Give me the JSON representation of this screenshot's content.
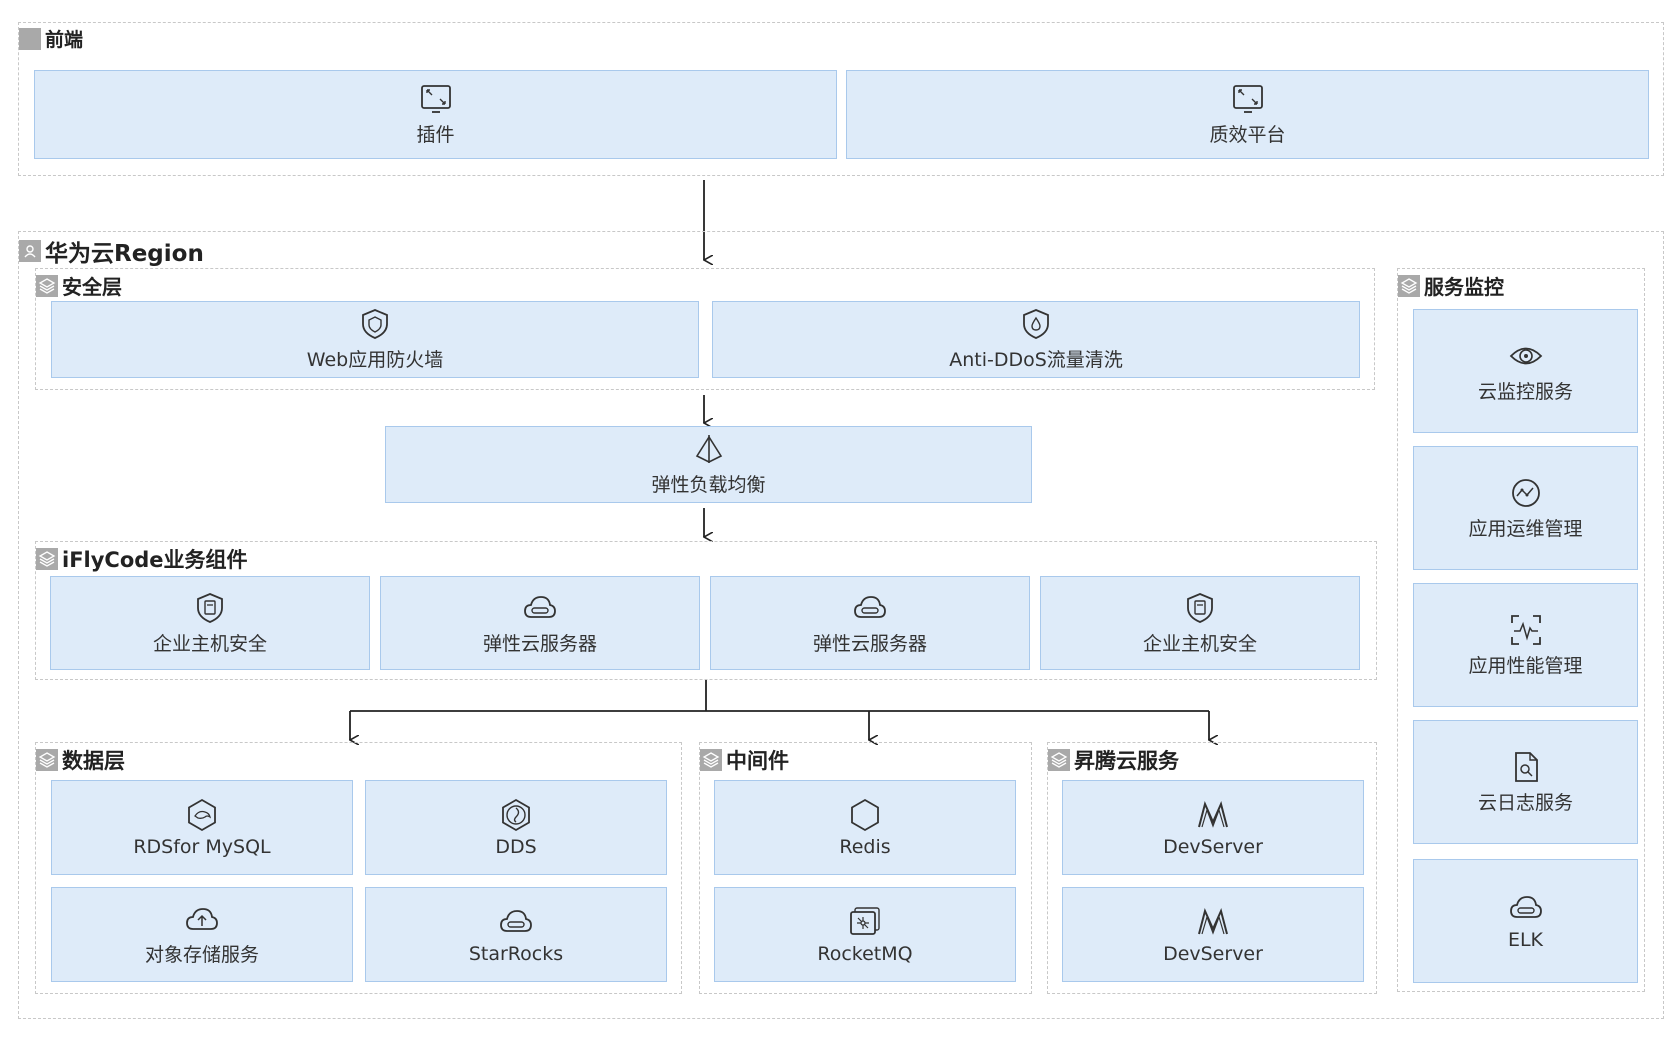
{
  "frontend": {
    "title": "前端",
    "items": [
      {
        "label": "插件",
        "icon": "window-icon"
      },
      {
        "label": "质效平台",
        "icon": "window-icon"
      }
    ]
  },
  "region": {
    "title": "华为云Region",
    "security": {
      "title": "安全层",
      "items": [
        {
          "label": "Web应用防火墙",
          "icon": "shield-icon"
        },
        {
          "label": "Anti-DDoS流量清洗",
          "icon": "shield-drop-icon"
        }
      ]
    },
    "elb": {
      "label": "弹性负载均衡",
      "icon": "load-balancer-icon"
    },
    "business": {
      "title": "iFlyCode业务组件",
      "items": [
        {
          "label": "企业主机安全",
          "icon": "host-security-icon"
        },
        {
          "label": "弹性云服务器",
          "icon": "cloud-server-icon"
        },
        {
          "label": "弹性云服务器",
          "icon": "cloud-server-icon"
        },
        {
          "label": "企业主机安全",
          "icon": "host-security-icon"
        }
      ]
    },
    "data_layer": {
      "title": "数据层",
      "items": [
        {
          "label": "RDSfor MySQL",
          "icon": "mysql-icon"
        },
        {
          "label": "DDS",
          "icon": "dds-icon"
        },
        {
          "label": "对象存储服务",
          "icon": "cloud-upload-icon"
        },
        {
          "label": "StarRocks",
          "icon": "cloud-server-icon"
        }
      ]
    },
    "middleware": {
      "title": "中间件",
      "items": [
        {
          "label": "Redis",
          "icon": "hexagon-icon"
        },
        {
          "label": "RocketMQ",
          "icon": "message-queue-icon"
        }
      ]
    },
    "ascend": {
      "title": "昇腾云服务",
      "items": [
        {
          "label": "DevServer",
          "icon": "ascend-icon"
        },
        {
          "label": "DevServer",
          "icon": "ascend-icon"
        }
      ]
    },
    "monitor": {
      "title": "服务监控",
      "items": [
        {
          "label": "云监控服务",
          "icon": "eye-icon"
        },
        {
          "label": "应用运维管理",
          "icon": "ops-icon"
        },
        {
          "label": "应用性能管理",
          "icon": "apm-icon"
        },
        {
          "label": "云日志服务",
          "icon": "log-icon"
        },
        {
          "label": "ELK",
          "icon": "cloud-server-icon"
        }
      ]
    }
  }
}
